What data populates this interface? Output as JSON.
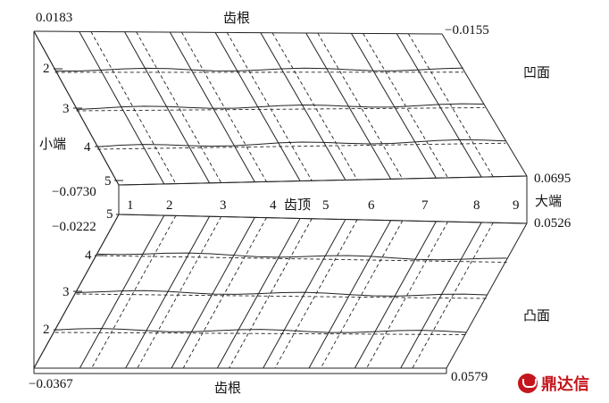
{
  "labels": {
    "root_top": "齿根",
    "root_bottom": "齿根",
    "tip": "齿顶",
    "concave": "凹面",
    "convex": "凸面",
    "small_end": "小端",
    "large_end": "大端"
  },
  "values": {
    "top_left": "0.0183",
    "top_right": "−0.0155",
    "mid_right_upper": "0.0695",
    "mid_left_upper": "−0.0730",
    "mid_right_lower": "0.0526",
    "mid_left_lower": "−0.0222",
    "bottom_left": "−0.0367",
    "bottom_right": "0.0579"
  },
  "column_numbers": [
    "1",
    "2",
    "3",
    "4",
    "5",
    "6",
    "7",
    "8",
    "9"
  ],
  "upper_row_numbers": [
    "2",
    "3",
    "4",
    "5"
  ],
  "lower_row_numbers": [
    "5",
    "4",
    "3",
    "2"
  ],
  "logo_text": "鼎达信",
  "colors": {
    "line": "#222222",
    "logo": "#c4161c"
  }
}
